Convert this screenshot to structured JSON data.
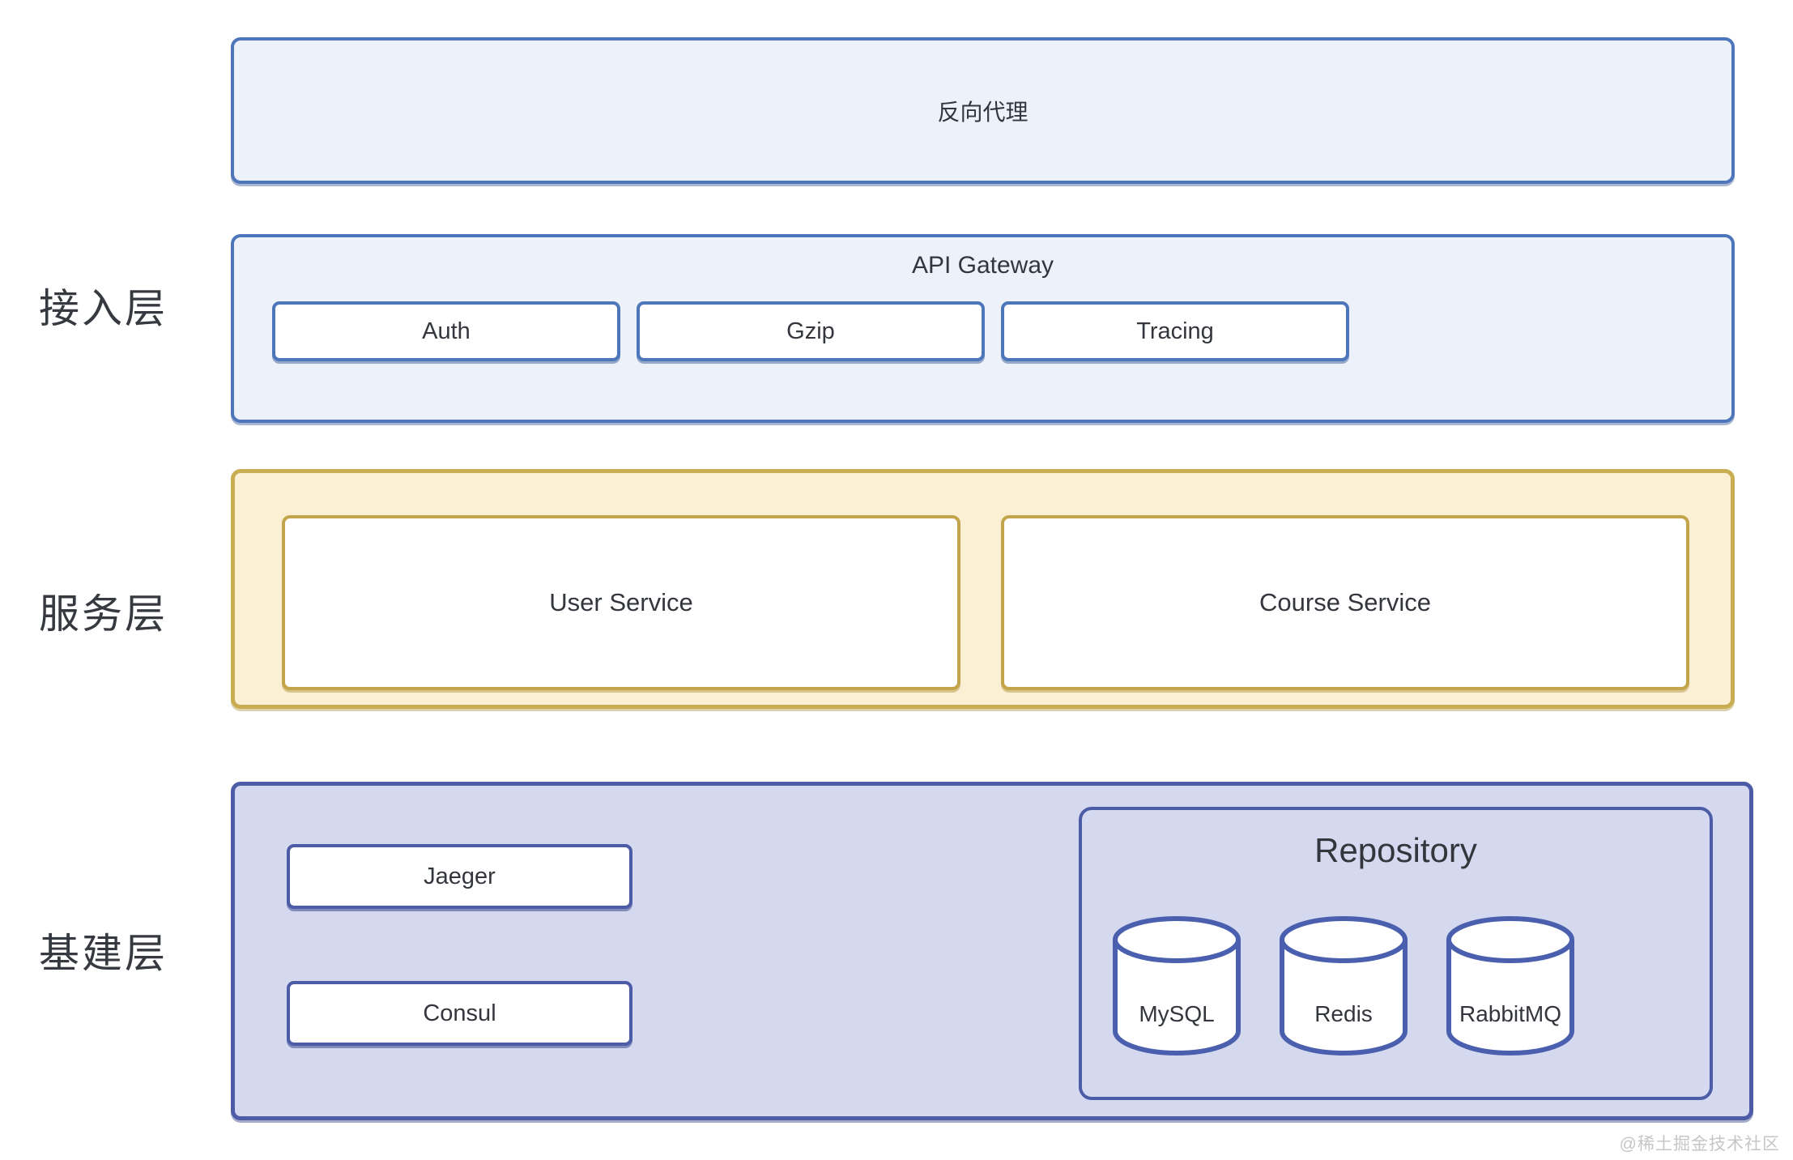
{
  "layer_labels": [
    {
      "text": "接入层"
    },
    {
      "text": "服务层"
    },
    {
      "text": "基建层"
    }
  ],
  "reverse_proxy": {
    "label": "反向代理"
  },
  "api_gateway": {
    "title": "API Gateway",
    "middlewares": [
      {
        "label": "Auth"
      },
      {
        "label": "Gzip"
      },
      {
        "label": "Tracing"
      }
    ]
  },
  "services": [
    {
      "label": "User Service"
    },
    {
      "label": "Course Service"
    }
  ],
  "infrastructure": {
    "tools": [
      {
        "label": "Jaeger"
      },
      {
        "label": "Consul"
      }
    ],
    "repository": {
      "title": "Repository",
      "databases": [
        {
          "label": "MySQL"
        },
        {
          "label": "Redis"
        },
        {
          "label": "RabbitMQ"
        }
      ]
    }
  },
  "watermark": "@稀土掘金技术社区",
  "colors": {
    "blue_border": "#4d76bb",
    "blue_fill": "#edf2fa",
    "gold_border": "#c9ad53",
    "gold_fill": "#fbf0d3",
    "purple_border": "#4c5ca6",
    "purple_fill": "#d5d9ef",
    "cylinder_border": "#4a5fae",
    "card_fill": "#ffffff",
    "text": "#33363c",
    "watermark_text": "#c6c6c6"
  }
}
